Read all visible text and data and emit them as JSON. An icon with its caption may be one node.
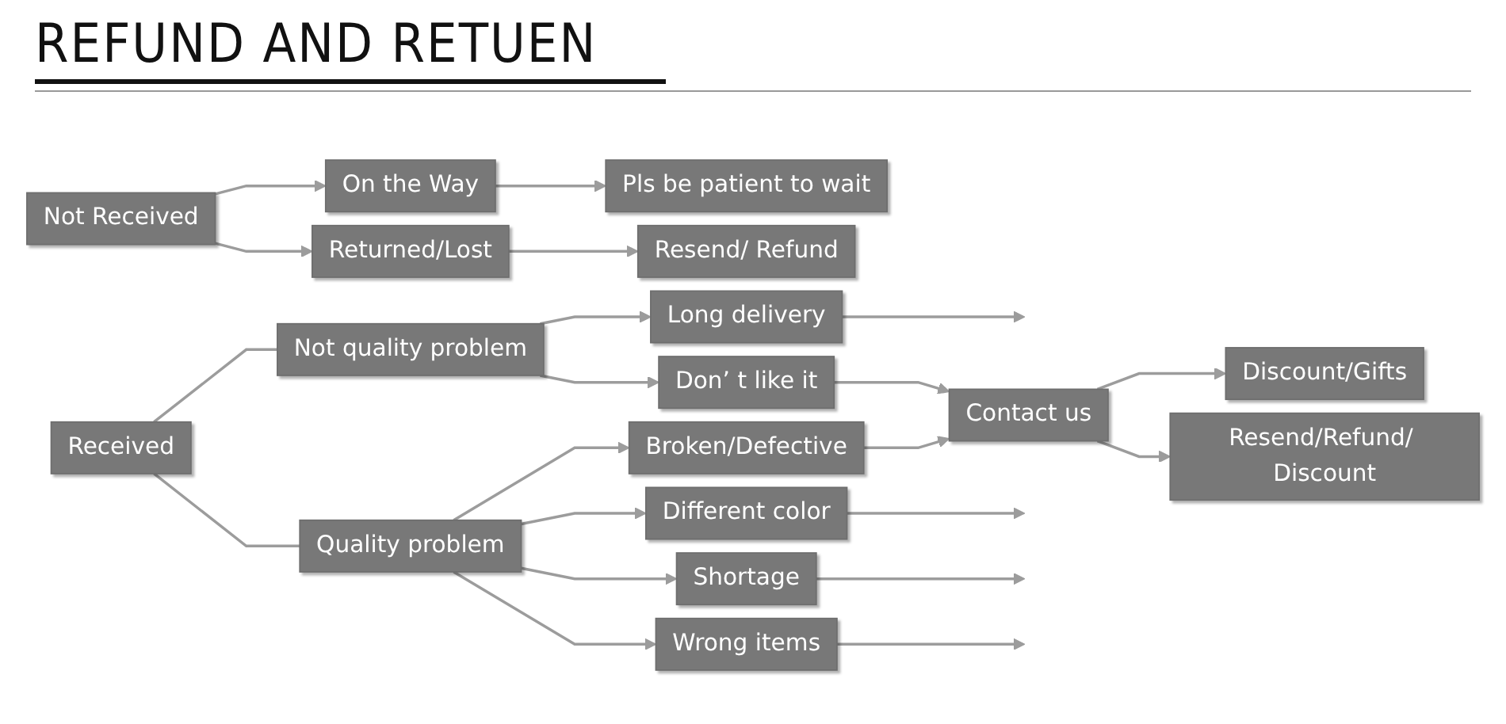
{
  "diagram": {
    "title": "REFUND AND RETUEN",
    "nodes": [
      {
        "text": [
          "Not Received"
        ]
      },
      {
        "text": [
          "On the Way"
        ]
      },
      {
        "text": [
          "Pls be patient to wait"
        ]
      },
      {
        "text": [
          "Returned/Lost"
        ]
      },
      {
        "text": [
          "Resend/ Refund"
        ]
      },
      {
        "text": [
          "Received"
        ]
      },
      {
        "text": [
          "Not quality problem"
        ]
      },
      {
        "text": [
          "Long delivery"
        ]
      },
      {
        "text": [
          "Don’ t like it"
        ]
      },
      {
        "text": [
          "Quality problem"
        ]
      },
      {
        "text": [
          "Broken/Defective"
        ]
      },
      {
        "text": [
          "Different color"
        ]
      },
      {
        "text": [
          "Shortage"
        ]
      },
      {
        "text": [
          "Wrong items"
        ]
      },
      {
        "text": [
          "Contact us"
        ]
      },
      {
        "text": [
          "Discount/Gifts"
        ]
      },
      {
        "text": [
          "Resend/Refund/ Discount"
        ]
      }
    ],
    "edges": [
      {
        "from": 0,
        "to": 1,
        "arrow": "to"
      },
      {
        "from": 0,
        "to": 3,
        "arrow": "to"
      },
      {
        "from": 1,
        "to": 2,
        "arrow": "to"
      },
      {
        "from": 3,
        "to": 4,
        "arrow": "to"
      },
      {
        "from": 5,
        "to": 6,
        "arrow": "none"
      },
      {
        "from": 5,
        "to": 9,
        "arrow": "none"
      },
      {
        "from": 6,
        "to": 7,
        "arrow": "to"
      },
      {
        "from": 6,
        "to": 8,
        "arrow": "to"
      },
      {
        "from": 7,
        "to": null,
        "arrow": "to"
      },
      {
        "from": 8,
        "to": 14,
        "arrow": "to"
      },
      {
        "from": 9,
        "to": 10,
        "arrow": "to"
      },
      {
        "from": 9,
        "to": 11,
        "arrow": "to"
      },
      {
        "from": 9,
        "to": 12,
        "arrow": "to"
      },
      {
        "from": 9,
        "to": 13,
        "arrow": "to"
      },
      {
        "from": 10,
        "to": 14,
        "arrow": "to"
      },
      {
        "from": 11,
        "to": null,
        "arrow": "to"
      },
      {
        "from": 12,
        "to": null,
        "arrow": "to"
      },
      {
        "from": 13,
        "to": null,
        "arrow": "to"
      },
      {
        "from": 14,
        "to": 15,
        "arrow": "to"
      },
      {
        "from": 14,
        "to": 16,
        "arrow": "to"
      }
    ]
  }
}
